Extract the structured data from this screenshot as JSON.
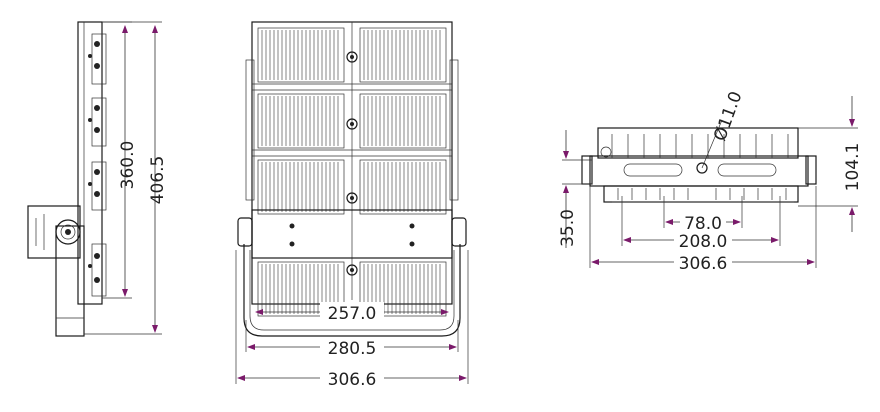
{
  "dimensions": {
    "side_height_inner": "360.0",
    "side_height_total": "406.5",
    "front_width_inner": "257.0",
    "front_width_mid": "280.5",
    "front_width_total": "306.6",
    "bottom_hole": "Ø11.0",
    "bottom_height": "104.1",
    "bottom_offset": "35.0",
    "bottom_span_small": "78.0",
    "bottom_span_mid": "208.0",
    "bottom_width_total": "306.6"
  },
  "colors": {
    "arrow": "#7a1a6a",
    "line": "#1a1a1a"
  }
}
